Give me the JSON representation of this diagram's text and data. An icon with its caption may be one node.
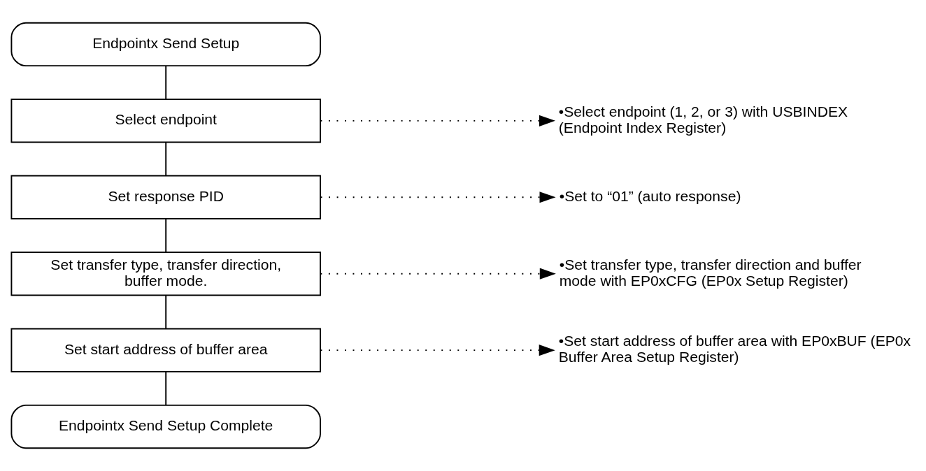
{
  "diagram": {
    "nodes": [
      {
        "text": [
          "Endpointx Send Setup"
        ]
      },
      {
        "text": [
          "Select endpoint"
        ]
      },
      {
        "text": [
          "Set response PID"
        ]
      },
      {
        "text": [
          "Set transfer type, transfer direction, buffer mode."
        ]
      },
      {
        "text": [
          "Set start address of buffer area"
        ]
      },
      {
        "text": [
          "Endpointx Send Setup Complete"
        ]
      },
      {
        "text": [
          "•Select endpoint (1, 2, or 3) with USBINDEX (Endpoint Index Register)"
        ]
      },
      {
        "text": [
          "•Set to “01” (auto response)"
        ]
      },
      {
        "text": [
          "•Set transfer type, transfer direction and buffer mode with EP0xCFG (EP0x Setup Register)"
        ]
      },
      {
        "text": [
          "•Set start address of buffer area with EP0xBUF (EP0x Buffer Area Setup Register)"
        ]
      }
    ],
    "edges": [
      {
        "from": 0,
        "to": 1,
        "arrow": "none"
      },
      {
        "from": 1,
        "to": 2,
        "arrow": "none"
      },
      {
        "from": 2,
        "to": 3,
        "arrow": "none"
      },
      {
        "from": 3,
        "to": 4,
        "arrow": "none"
      },
      {
        "from": 4,
        "to": 5,
        "arrow": "none"
      },
      {
        "from": 1,
        "to": 6,
        "arrow": "to",
        "style": "dashed"
      },
      {
        "from": 2,
        "to": 7,
        "arrow": "to",
        "style": "dashed"
      },
      {
        "from": 3,
        "to": 8,
        "arrow": "to",
        "style": "dashed"
      },
      {
        "from": 4,
        "to": 9,
        "arrow": "to",
        "style": "dashed"
      }
    ]
  }
}
